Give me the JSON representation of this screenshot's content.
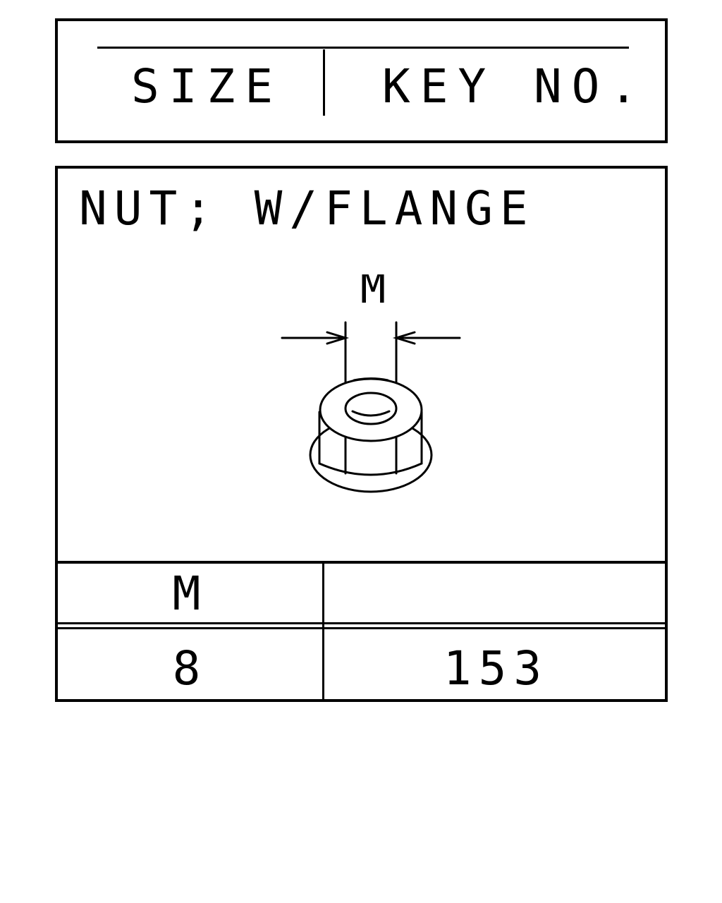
{
  "header": {
    "size_label": "SIZE",
    "key_no_label": "KEY NO."
  },
  "part": {
    "name": "NUT; W/FLANGE",
    "diagram": {
      "dimension_label": "M",
      "icon": "flange-nut-icon"
    }
  },
  "table": {
    "columns": [
      "M",
      ""
    ],
    "rows": [
      {
        "size": "8",
        "key_no": "153"
      }
    ]
  },
  "colors": {
    "line": "#000000",
    "background": "#ffffff"
  }
}
